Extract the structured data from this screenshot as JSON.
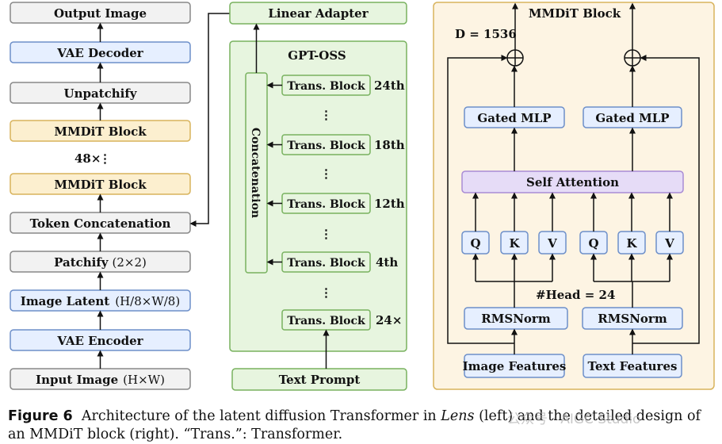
{
  "left_column": {
    "output_image": "Output Image",
    "vae_decoder": "VAE Decoder",
    "unpatchify": "Unpatchify",
    "mmdit_block_top": "MMDiT Block",
    "repeat": "48×",
    "mmdit_block_bottom": "MMDiT Block",
    "token_concat": "Token Concatenation",
    "patchify": "Patchify",
    "patchify_dim": "(2×2)",
    "image_latent": "Image Latent",
    "image_latent_dim": "(H/8×W/8)",
    "vae_encoder": "VAE Encoder",
    "input_image": "Input Image",
    "input_image_dim": "(H×W)"
  },
  "middle_column": {
    "linear_adapter": "Linear Adapter",
    "gpt_title": "GPT-OSS",
    "concatenation": "Concatenation",
    "blocks": [
      {
        "label": "Trans. Block",
        "tag": "24th"
      },
      {
        "label": "Trans. Block",
        "tag": "18th"
      },
      {
        "label": "Trans. Block",
        "tag": "12th"
      },
      {
        "label": "Trans. Block",
        "tag": "4th"
      }
    ],
    "bottom_block": "Trans. Block",
    "bottom_tag": "24×",
    "ellipsis": "⋮",
    "text_prompt": "Text Prompt"
  },
  "right_panel": {
    "title": "MMDiT Block",
    "dim": "D = 1536",
    "gated_mlp_left": "Gated MLP",
    "gated_mlp_right": "Gated MLP",
    "self_attention": "Self Attention",
    "qkv": [
      "Q",
      "K",
      "V"
    ],
    "heads": "#Head = 24",
    "rmsnorm_left": "RMSNorm",
    "rmsnorm_right": "RMSNorm",
    "image_features": "Image Features",
    "text_features": "Text Features"
  },
  "caption": {
    "figure_label": "Figure 6",
    "text_1": "Architecture of the latent diffusion Transformer in",
    "model_name": "Lens",
    "text_2": "(left) and the detailed design of an MMDiT block (right). “Trans.”: Transformer."
  },
  "watermark": "公众号 · AIGC Studio",
  "colors": {
    "gray_fill": "#f2f2f2",
    "blue_fill": "#e6efff",
    "yellow_fill": "#fcefcf",
    "green_fill": "#e7f5df",
    "green_border": "#78b25f",
    "blue_border": "#6d8fc9",
    "yellow_border": "#d8b35c",
    "purple_fill": "#e6dcf7",
    "purple_border": "#a98bd5",
    "panel_fill": "#fdf4e3"
  }
}
